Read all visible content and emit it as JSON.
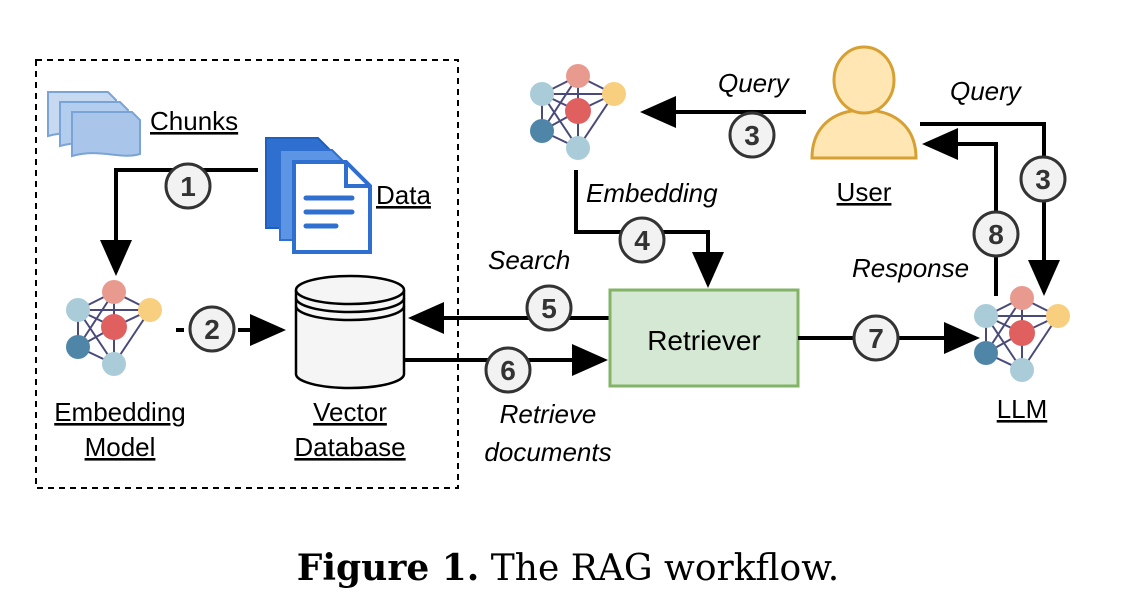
{
  "labels": {
    "chunks": "Chunks",
    "data": "Data",
    "embedding_model_line1": "Embedding",
    "embedding_model_line2": "Model",
    "vector_db_line1": "Vector",
    "vector_db_line2": "Database",
    "query_left": "Query",
    "query_right": "Query",
    "embedding": "Embedding",
    "search": "Search",
    "retriever": "Retriever",
    "retrieve_line1": "Retrieve",
    "retrieve_line2": "documents",
    "response": "Response",
    "user": "User",
    "llm": "LLM"
  },
  "steps": {
    "s1": "1",
    "s2": "2",
    "s3a": "3",
    "s3b": "3",
    "s4": "4",
    "s5": "5",
    "s6": "6",
    "s7": "7",
    "s8": "8"
  },
  "caption": {
    "bold": "Figure 1.",
    "rest": " The RAG workflow."
  },
  "colors": {
    "arrow": "#000000",
    "step_fill": "#f2f2f2",
    "step_stroke": "#333333",
    "retriever_fill": "#d5e8d4",
    "retriever_stroke": "#82b366",
    "user_fill": "#ffe6b3",
    "user_stroke": "#d6a033",
    "doc_blue": "#3b82d8",
    "chunk_blue": "#a9c6ea",
    "net_red": "#e06060",
    "net_salmon": "#e99a8f",
    "net_lightblue": "#a9ccd8",
    "net_teal": "#4f86a8",
    "net_yellow": "#f8cf7e",
    "db_fill": "#f5f5f5"
  }
}
